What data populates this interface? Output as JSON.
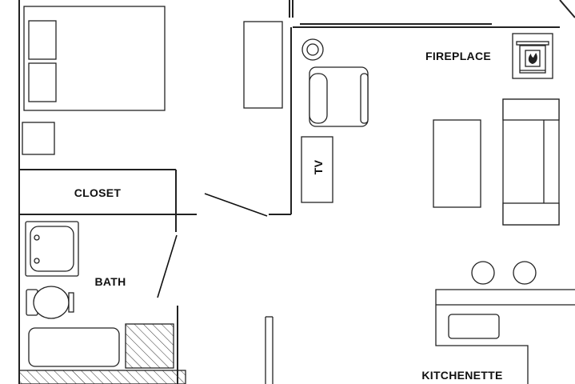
{
  "rooms": {
    "closet": "CLOSET",
    "bath": "BATH",
    "fireplace": "FIREPLACE",
    "kitchenette": "KITCHENETTE"
  },
  "furniture": {
    "tv": "TV"
  },
  "icons": {
    "fireplace": "fireplace-icon"
  }
}
